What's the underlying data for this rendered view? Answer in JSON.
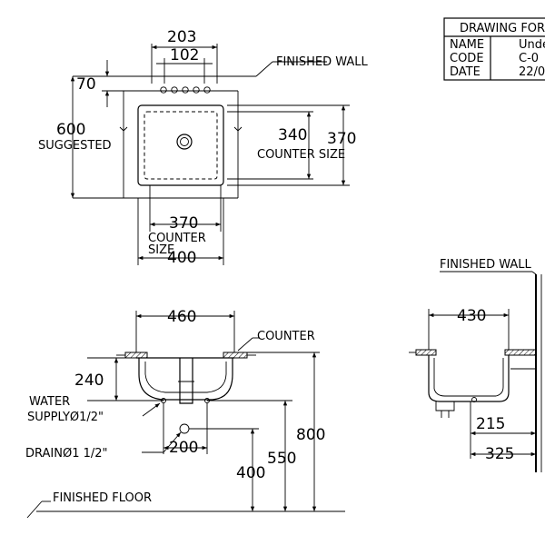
{
  "title_block": {
    "header": "DRAWING FOR",
    "rows": [
      {
        "key": "NAME",
        "value": "Unde"
      },
      {
        "key": "CODE",
        "value": "C-0"
      },
      {
        "key": "DATE",
        "value": "22/0"
      }
    ]
  },
  "plan_view": {
    "dim_203": "203",
    "dim_102": "102",
    "dim_70": "70",
    "dim_600": "600",
    "suggested": "SUGGESTED",
    "dim_340": "340",
    "dim_370_side": "370",
    "counter_size_right": "COUNTER SIZE",
    "dim_370_bottom": "370",
    "counter_size_bottom_1": "COUNTER",
    "counter_size_bottom_2": "SIZE",
    "dim_400": "400",
    "finished_wall": "FINISHED WALL"
  },
  "front_view": {
    "dim_460": "460",
    "counter": "COUNTER",
    "dim_240": "240",
    "water_supply_1": "WATER",
    "water_supply_2": "SUPPLYØ1/2\"",
    "drain": "DRAINØ1 1/2\"",
    "dim_200": "200",
    "dim_400": "400",
    "dim_550": "550",
    "dim_800": "800",
    "finished_floor": "FINISHED FLOOR"
  },
  "side_view": {
    "finished_wall": "FINISHED WALL",
    "dim_430": "430",
    "dim_215": "215",
    "dim_325": "325"
  }
}
